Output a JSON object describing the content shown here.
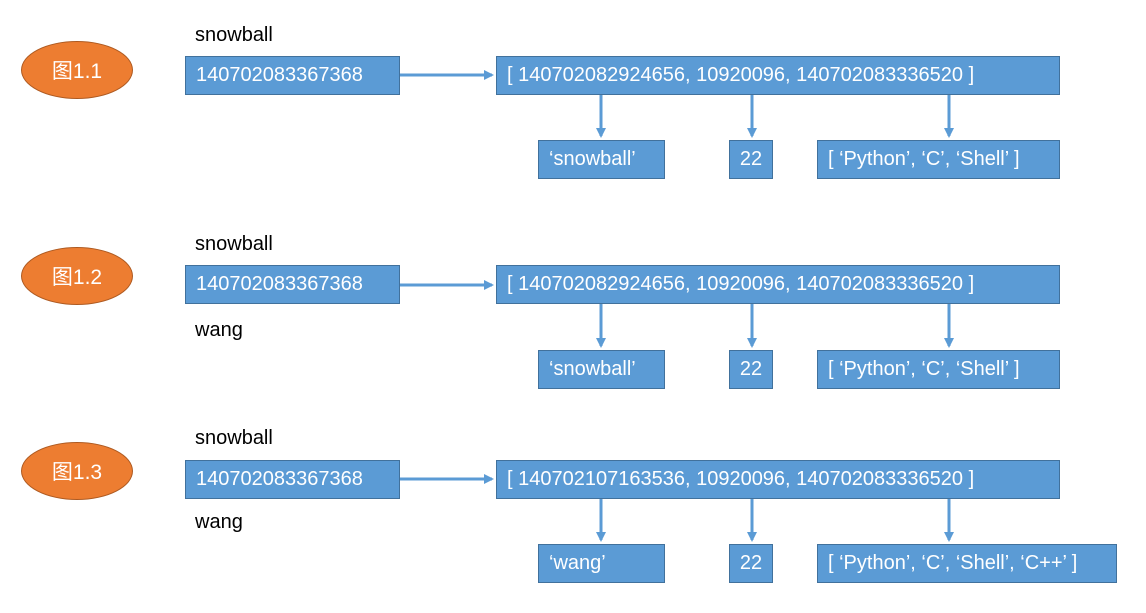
{
  "colors": {
    "box_fill": "#5b9bd5",
    "box_border": "#41719c",
    "badge_fill": "#ed7d31",
    "arrow": "#5b9bd5"
  },
  "figures": [
    {
      "badge": "图1.1",
      "var_top": "snowball",
      "var_bottom": "",
      "address": "140702083367368",
      "list": "[ 140702082924656, 10920096, 140702083336520 ]",
      "items": [
        "‘snowball’",
        "22",
        "[ ‘Python’, ‘C’, ‘Shell’ ]"
      ]
    },
    {
      "badge": "图1.2",
      "var_top": "snowball",
      "var_bottom": "wang",
      "address": "140702083367368",
      "list": "[ 140702082924656, 10920096, 140702083336520 ]",
      "items": [
        "‘snowball’",
        "22",
        "[ ‘Python’, ‘C’, ‘Shell’ ]"
      ]
    },
    {
      "badge": "图1.3",
      "var_top": "snowball",
      "var_bottom": "wang",
      "address": "140702083367368",
      "list": "[ 140702107163536, 10920096, 140702083336520 ]",
      "items": [
        "‘wang’",
        "22",
        "[ ‘Python’, ‘C’, ‘Shell’, ‘C++’ ]"
      ]
    }
  ]
}
